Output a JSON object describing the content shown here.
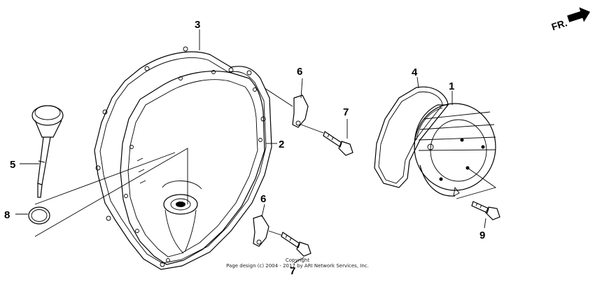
{
  "orientation": {
    "label": "FR.",
    "arrow": "right-up"
  },
  "callouts": [
    {
      "id": "1",
      "label": "1"
    },
    {
      "id": "2",
      "label": "2"
    },
    {
      "id": "3",
      "label": "3"
    },
    {
      "id": "4",
      "label": "4"
    },
    {
      "id": "5",
      "label": "5"
    },
    {
      "id": "6a",
      "label": "6"
    },
    {
      "id": "6b",
      "label": "6"
    },
    {
      "id": "7a",
      "label": "7"
    },
    {
      "id": "7b",
      "label": "7"
    },
    {
      "id": "8",
      "label": "8"
    },
    {
      "id": "9",
      "label": "9"
    }
  ],
  "footer": {
    "line1": "Copyright",
    "line2": "Page design (c) 2004 - 2017 by ARI Network Services, Inc."
  },
  "colors": {
    "ink": "#000000",
    "paper": "#ffffff"
  }
}
